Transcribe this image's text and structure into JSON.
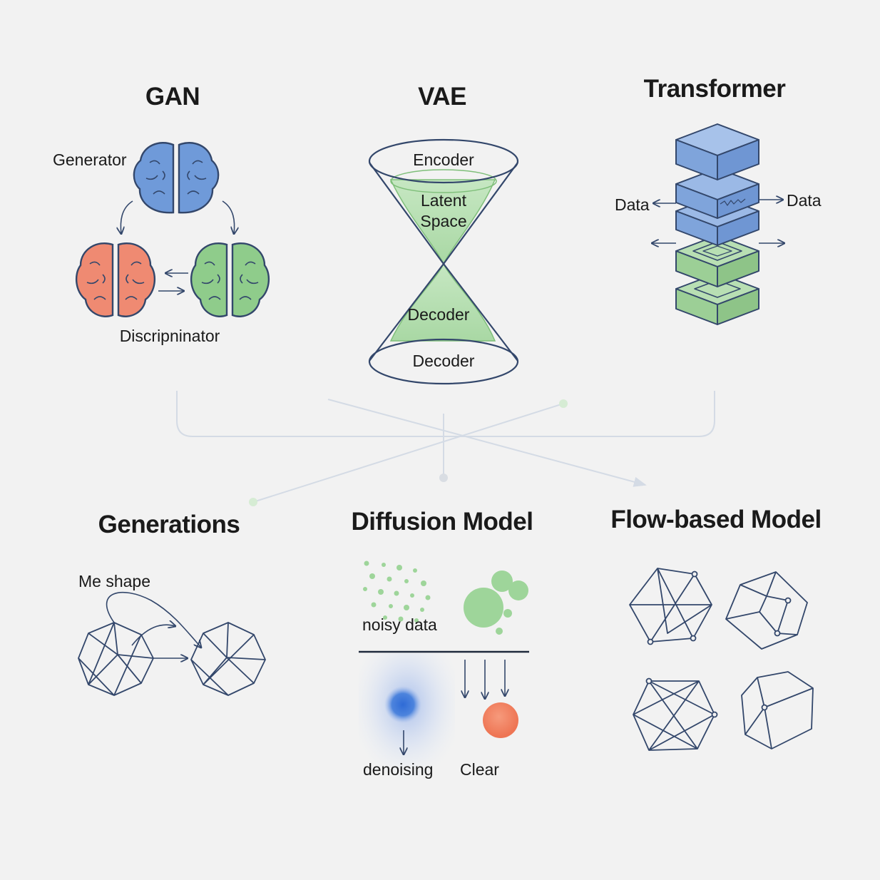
{
  "gan": {
    "title": "GAN",
    "generator_label": "Generator",
    "discriminator_label": "Discripninator"
  },
  "vae": {
    "title": "VAE",
    "encoder_label": "Encoder",
    "latent_label": "Latent Space",
    "decoder_inner_label": "Decoder",
    "decoder_bottom_label": "Decoder"
  },
  "transformer": {
    "title": "Transformer",
    "data_left_label": "Data",
    "data_right_label": "Data"
  },
  "generations": {
    "title": "Generations",
    "shape_label": "Me shape"
  },
  "diffusion": {
    "title": "Diffusion Model",
    "noisy_label": "noisy data",
    "denoising_label": "denoising",
    "clear_label": "Clear"
  },
  "flow": {
    "title": "Flow-based Model"
  },
  "colors": {
    "brain_blue": "#6f9ad9",
    "brain_red": "#ef8a72",
    "brain_green": "#8fcc8b",
    "line_navy": "#33476b",
    "latent_green": "#b9e0b5",
    "block_blue": "#7fa4db",
    "block_green": "#a6d5a1",
    "dot_green": "#9ed59a",
    "blob_blue": "#3b74d6",
    "blob_orange": "#f2815d"
  }
}
